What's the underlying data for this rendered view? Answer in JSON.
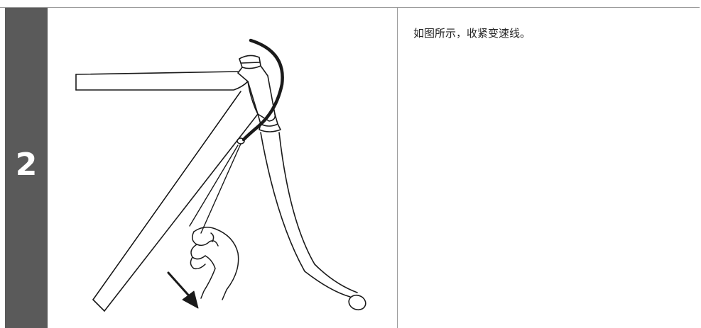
{
  "step": {
    "number": "2",
    "instruction": "如图所示，收紧变速线。"
  },
  "colors": {
    "step_bar": "#5a5a5a",
    "rule": "#9a9a9a",
    "ink": "#222222"
  },
  "illustration": {
    "subject": "bicycle-frame-head-tube",
    "icons": [
      "hand-icon",
      "pull-arrow-icon",
      "shift-cable-icon"
    ]
  }
}
